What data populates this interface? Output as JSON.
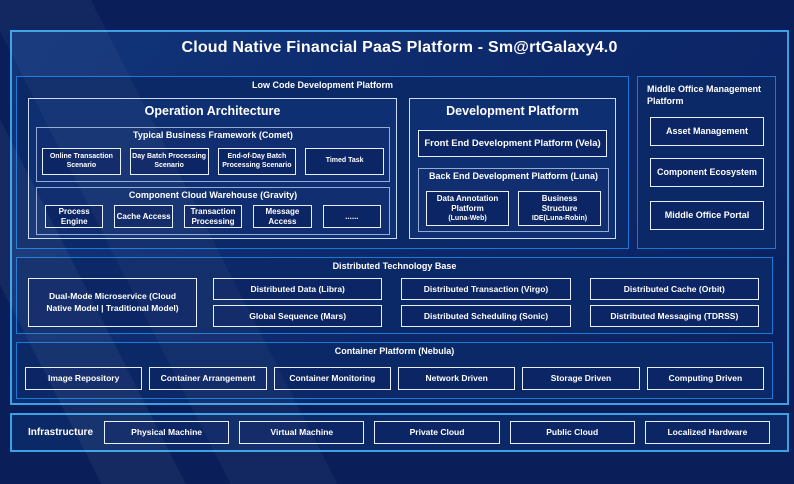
{
  "title": "Cloud Native Financial PaaS Platform - Sm@rtGalaxy4.0",
  "colors": {
    "page_background": "#0A1F5A",
    "panel_background": "#0D2A6C",
    "outer_border": "#3BA0E4",
    "section_border": "#1C78D6",
    "leaf_border": "#E6EFFB",
    "text": "#FFFFFF"
  },
  "low_code": {
    "label": "Low Code Development Platform",
    "operation_architecture": {
      "title": "Operation Architecture",
      "comet": {
        "title": "Typical Business Framework (Comet)",
        "items": [
          "Online Transaction Scenario",
          "Day Batch Processing Scenario",
          "End-of-Day Batch Processing Scenario",
          "Timed Task"
        ]
      },
      "gravity": {
        "title": "Component Cloud Warehouse (Gravity)",
        "items": [
          "Process Engine",
          "Cache Access",
          "Transaction Processing",
          "Message Access",
          "......"
        ]
      }
    },
    "development_platform": {
      "title": "Development Platform",
      "front_end": "Front End Development Platform (Vela)",
      "back_end": {
        "title": "Back End Development Platform (Luna)",
        "items": [
          {
            "line1": "Data Annotation",
            "line2": "Platform",
            "line3": "(Luna-Web)"
          },
          {
            "line1": "Business",
            "line2": "Structure",
            "line3": "IDE(Luna-Robin)"
          }
        ]
      }
    }
  },
  "middle_office": {
    "title": "Middle Office Management Platform",
    "items": [
      "Asset Management",
      "Component Ecosystem",
      "Middle Office Portal"
    ]
  },
  "distributed": {
    "title": "Distributed Technology Base",
    "dual_mode": "Dual-Mode Microservice (Cloud Native Model | Traditional Model)",
    "grid": [
      "Distributed Data (Libra)",
      "Distributed Transaction (Virgo)",
      "Distributed Cache (Orbit)",
      "Global Sequence (Mars)",
      "Distributed Scheduling (Sonic)",
      "Distributed Messaging (TDRSS)"
    ]
  },
  "container_platform": {
    "title": "Container Platform (Nebula)",
    "items": [
      "Image Repository",
      "Container Arrangement",
      "Container Monitoring",
      "Network Driven",
      "Storage Driven",
      "Computing Driven"
    ]
  },
  "infrastructure": {
    "label": "Infrastructure",
    "items": [
      "Physical Machine",
      "Virtual Machine",
      "Private Cloud",
      "Public Cloud",
      "Localized Hardware"
    ]
  }
}
